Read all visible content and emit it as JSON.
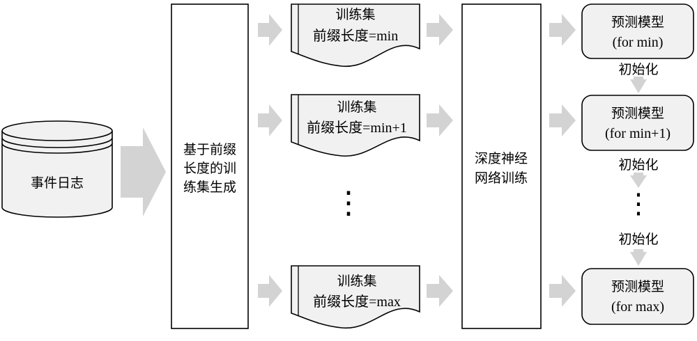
{
  "event_log": {
    "label": "事件日志"
  },
  "generator": {
    "lines": [
      "基于前缀",
      "长度的训",
      "练集生成"
    ]
  },
  "trainsets": [
    {
      "title": "训练集",
      "subtitle": "前缀长度=min"
    },
    {
      "title": "训练集",
      "subtitle": "前缀长度=min+1"
    },
    {
      "title": "训练集",
      "subtitle": "前缀长度=max"
    }
  ],
  "trainsets_ellipsis": "⋮",
  "dnn": {
    "lines": [
      "深度神经",
      "网络训练"
    ]
  },
  "models": [
    {
      "title": "预测模型",
      "subtitle": "(for min)"
    },
    {
      "title": "预测模型",
      "subtitle": "(for min+1)"
    },
    {
      "title": "预测模型",
      "subtitle": "(for max)"
    }
  ],
  "init_labels": [
    "初始化",
    "初始化",
    "初始化"
  ],
  "models_ellipsis": "⋮",
  "colors": {
    "arrow_fill": "#d3d3d3",
    "stroke": "#000000",
    "doc_fill": "#f1f1f1",
    "box_fill": "#ffffff"
  }
}
